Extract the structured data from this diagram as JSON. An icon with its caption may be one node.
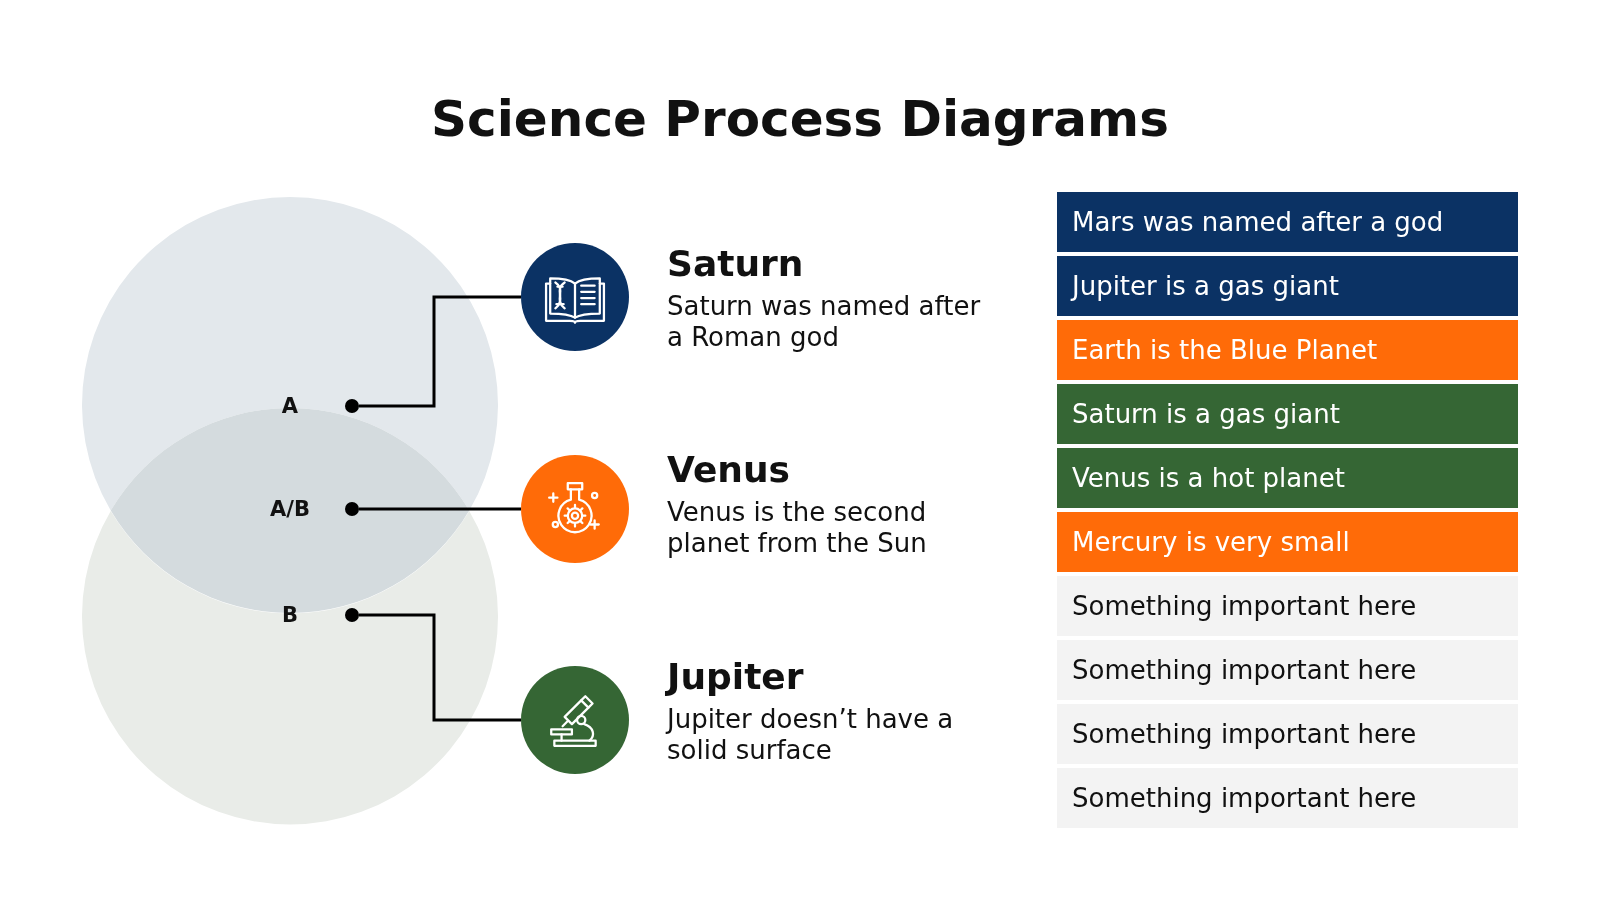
{
  "diagram": {
    "title": "Science Process Diagrams",
    "nodes": [
      {
        "text": [],
        "shape": "circle"
      },
      {
        "text": [],
        "shape": "circle"
      },
      {
        "text": [],
        "shape": "circle",
        "beside": [
          "A"
        ],
        "in": 0
      },
      {
        "text": [],
        "shape": "circle",
        "beside": [
          "A/B"
        ]
      },
      {
        "text": [],
        "shape": "circle",
        "beside": [
          "B"
        ],
        "in": 1
      },
      {
        "text": [],
        "shape": "circle",
        "beside": [
          "Saturn",
          "Saturn was named after a Roman god"
        ]
      },
      {
        "text": [],
        "shape": "circle",
        "beside": [
          "Venus",
          "Venus is the second planet from the Sun"
        ]
      },
      {
        "text": [],
        "shape": "circle",
        "beside": [
          "Jupiter",
          "Jupiter doesn’t have a solid surface"
        ]
      },
      {
        "text": [
          "Mars was named after a god"
        ]
      },
      {
        "text": [
          "Jupiter is a gas giant"
        ]
      },
      {
        "text": [
          "Earth is the Blue Planet"
        ]
      },
      {
        "text": [
          "Saturn is a gas giant"
        ]
      },
      {
        "text": [
          "Venus is a hot planet"
        ]
      },
      {
        "text": [
          "Mercury is very small"
        ]
      },
      {
        "text": [
          "Something important here"
        ]
      },
      {
        "text": [
          "Something important here"
        ]
      },
      {
        "text": [
          "Something important here"
        ]
      },
      {
        "text": [
          "Something important here"
        ]
      }
    ],
    "edges": [
      {
        "from": 2,
        "to": 5,
        "arrow": "none"
      },
      {
        "from": 3,
        "to": 6,
        "arrow": "none"
      },
      {
        "from": 4,
        "to": 7,
        "arrow": "none"
      }
    ]
  }
}
